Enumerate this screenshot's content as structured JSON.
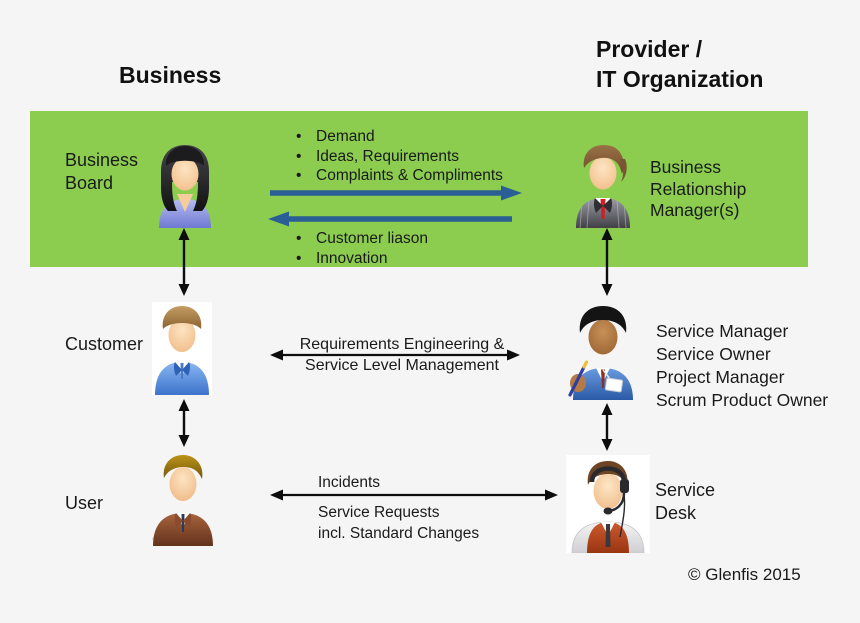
{
  "colors": {
    "page-bg": "#f5f5f6",
    "band-green": "#8ccd50",
    "arrow-blue": "#295f95",
    "text-black": "#1a1a1a"
  },
  "headings": {
    "business": "Business",
    "provider_line1": "Provider /",
    "provider_line2": "IT Organization"
  },
  "band": {
    "business_board_line1": "Business",
    "business_board_line2": "Board",
    "brm_line1": "Business",
    "brm_line2": "Relationship",
    "brm_line3": "Manager(s)",
    "to_provider_bullets": [
      "Demand",
      "Ideas, Requirements",
      "Complaints & Compliments"
    ],
    "to_business_bullets": [
      "Customer liason",
      "Innovation"
    ]
  },
  "customer_row": {
    "label": "Customer",
    "arrow_line1": "Requirements Engineering &",
    "arrow_line2": "Service Level Management",
    "roles": [
      "Service Manager",
      "Service Owner",
      "Project Manager",
      "Scrum Product Owner"
    ]
  },
  "user_row": {
    "label": "User",
    "arrow_top": "Incidents",
    "arrow_bottom_line1": "Service Requests",
    "arrow_bottom_line2": "incl. Standard Changes",
    "service_desk_line1": "Service",
    "service_desk_line2": "Desk"
  },
  "footer": {
    "copyright": "© Glenfis 2015"
  },
  "icons": {
    "business_board": "woman-person-icon",
    "brm": "suit-man-person-icon",
    "customer": "blue-suit-man-person-icon",
    "service_manager": "manager-with-pen-person-icon",
    "user": "brown-suit-man-person-icon",
    "service_desk": "headset-agent-person-icon"
  }
}
